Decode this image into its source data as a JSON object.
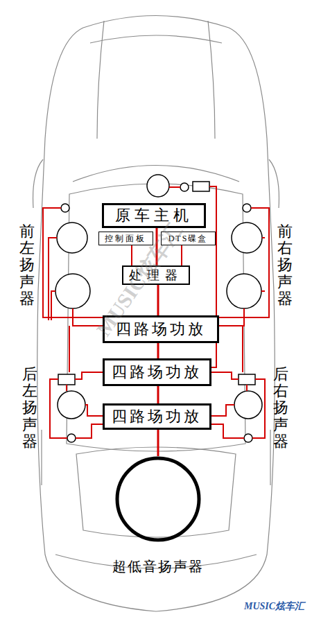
{
  "diagram": {
    "nodes": [
      {
        "text": [
          "原车主机"
        ]
      },
      {
        "text": [
          "控制面板"
        ]
      },
      {
        "text": [
          "DTS碟盒"
        ]
      },
      {
        "text": [
          "处理器"
        ]
      },
      {
        "text": [
          "四路场功放"
        ]
      },
      {
        "text": [
          "四路场功放"
        ]
      },
      {
        "text": [
          "四路场功放"
        ]
      },
      {
        "text": [
          "超低音扬声器"
        ]
      }
    ],
    "edges": [
      {
        "from": 0,
        "to": 3,
        "arrow": "none"
      },
      {
        "from": 1,
        "to": 3,
        "arrow": "none"
      },
      {
        "from": 2,
        "to": 3,
        "arrow": "none"
      },
      {
        "from": 3,
        "to": 4,
        "arrow": "none"
      },
      {
        "from": 4,
        "to": 5,
        "arrow": "none"
      },
      {
        "from": 5,
        "to": 6,
        "arrow": "none"
      },
      {
        "from": 6,
        "to": 7,
        "arrow": "none"
      }
    ],
    "labels": [
      "前左扬声器",
      "前右扬声器",
      "后左扬声器",
      "后右扬声器",
      "MUSIC炫车汇",
      "MUSIC炫车汇"
    ]
  }
}
